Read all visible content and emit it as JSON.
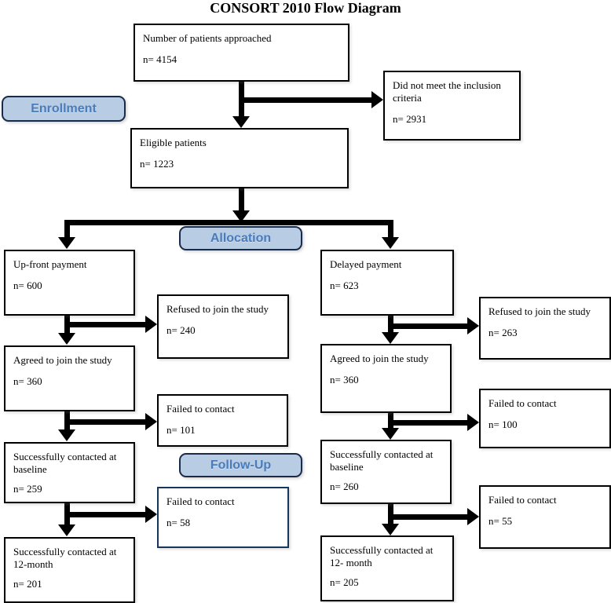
{
  "title": "CONSORT 2010 Flow Diagram",
  "stages": {
    "enrollment": "Enrollment",
    "allocation": "Allocation",
    "followup": "Follow-Up"
  },
  "boxes": {
    "approached": {
      "label": "Number of patients approached",
      "n": "n= 4154"
    },
    "not_met": {
      "label": "Did not meet the inclusion criteria",
      "n": "n= 2931"
    },
    "eligible": {
      "label": "Eligible patients",
      "n": "n= 1223"
    },
    "upfront": {
      "label": "Up-front payment",
      "n": "n= 600"
    },
    "refused_upfront": {
      "label": "Refused to join the study",
      "n": "n= 240"
    },
    "agreed_upfront": {
      "label": "Agreed to join the study",
      "n": "n= 360"
    },
    "failed_baseline_upfront": {
      "label": "Failed to contact",
      "n": "n= 101"
    },
    "baseline_upfront": {
      "label": "Successfully contacted at baseline",
      "n": "n= 259"
    },
    "failed_12m_upfront": {
      "label": "Failed to contact",
      "n": "n= 58"
    },
    "month12_upfront": {
      "label": "Successfully contacted at 12-month",
      "n": "n= 201"
    },
    "delayed": {
      "label": "Delayed payment",
      "n": "n= 623"
    },
    "refused_delayed": {
      "label": "Refused to join the study",
      "n": "n= 263"
    },
    "agreed_delayed": {
      "label": "Agreed to join the study",
      "n": "n= 360"
    },
    "failed_baseline_delayed": {
      "label": "Failed to contact",
      "n": "n= 100"
    },
    "baseline_delayed": {
      "label": "Successfully contacted at baseline",
      "n": "n= 260"
    },
    "failed_12m_delayed": {
      "label": "Failed to contact",
      "n": "n= 55"
    },
    "month12_delayed": {
      "label": "Successfully contacted at 12- month",
      "n": "n= 205"
    }
  },
  "colors": {
    "stage_fill": "#b8cce4",
    "stage_text": "#4a7cba",
    "box_border": "#000000",
    "highlight_border": "#17365d",
    "arrow": "#000000"
  }
}
